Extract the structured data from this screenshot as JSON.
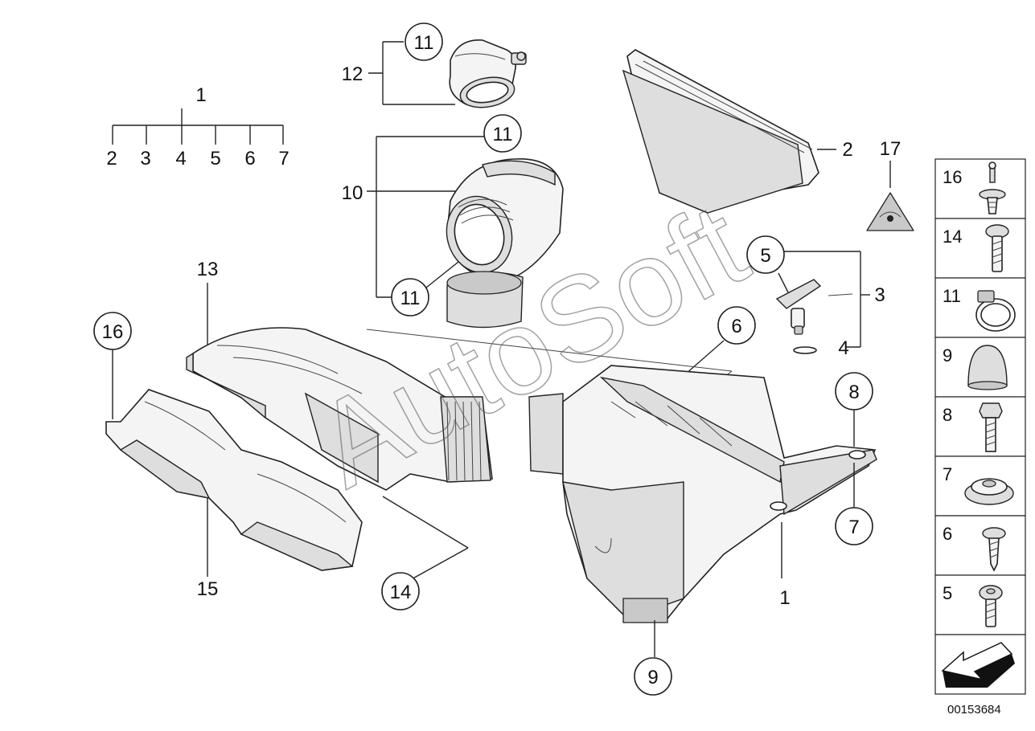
{
  "diagram_id": "00153684",
  "watermark": "AutoSoft",
  "group_1": {
    "label": "1",
    "subparts": [
      "2",
      "3",
      "4",
      "5",
      "6",
      "7"
    ]
  },
  "callouts": {
    "c12": "12",
    "c11_top": "11",
    "c11_mid": "11",
    "c10": "10",
    "c11_low": "11",
    "c13": "13",
    "c16": "16",
    "c15": "15",
    "c14": "14",
    "c2": "2",
    "c17": "17",
    "c5": "5",
    "c3": "3",
    "c6": "6",
    "c4": "4",
    "c8": "8",
    "c7": "7",
    "c1": "1",
    "c9": "9"
  },
  "legend": [
    {
      "num": "16",
      "icon": "expanding-rivet-icon"
    },
    {
      "num": "14",
      "icon": "screw-icon"
    },
    {
      "num": "11",
      "icon": "hose-clamp-icon"
    },
    {
      "num": "9",
      "icon": "rubber-cap-icon"
    },
    {
      "num": "8",
      "icon": "hex-bolt-icon"
    },
    {
      "num": "7",
      "icon": "grommet-icon"
    },
    {
      "num": "6",
      "icon": "tapping-screw-icon"
    },
    {
      "num": "5",
      "icon": "torx-screw-icon"
    },
    {
      "num": "",
      "icon": "navigation-arrow-icon"
    }
  ]
}
